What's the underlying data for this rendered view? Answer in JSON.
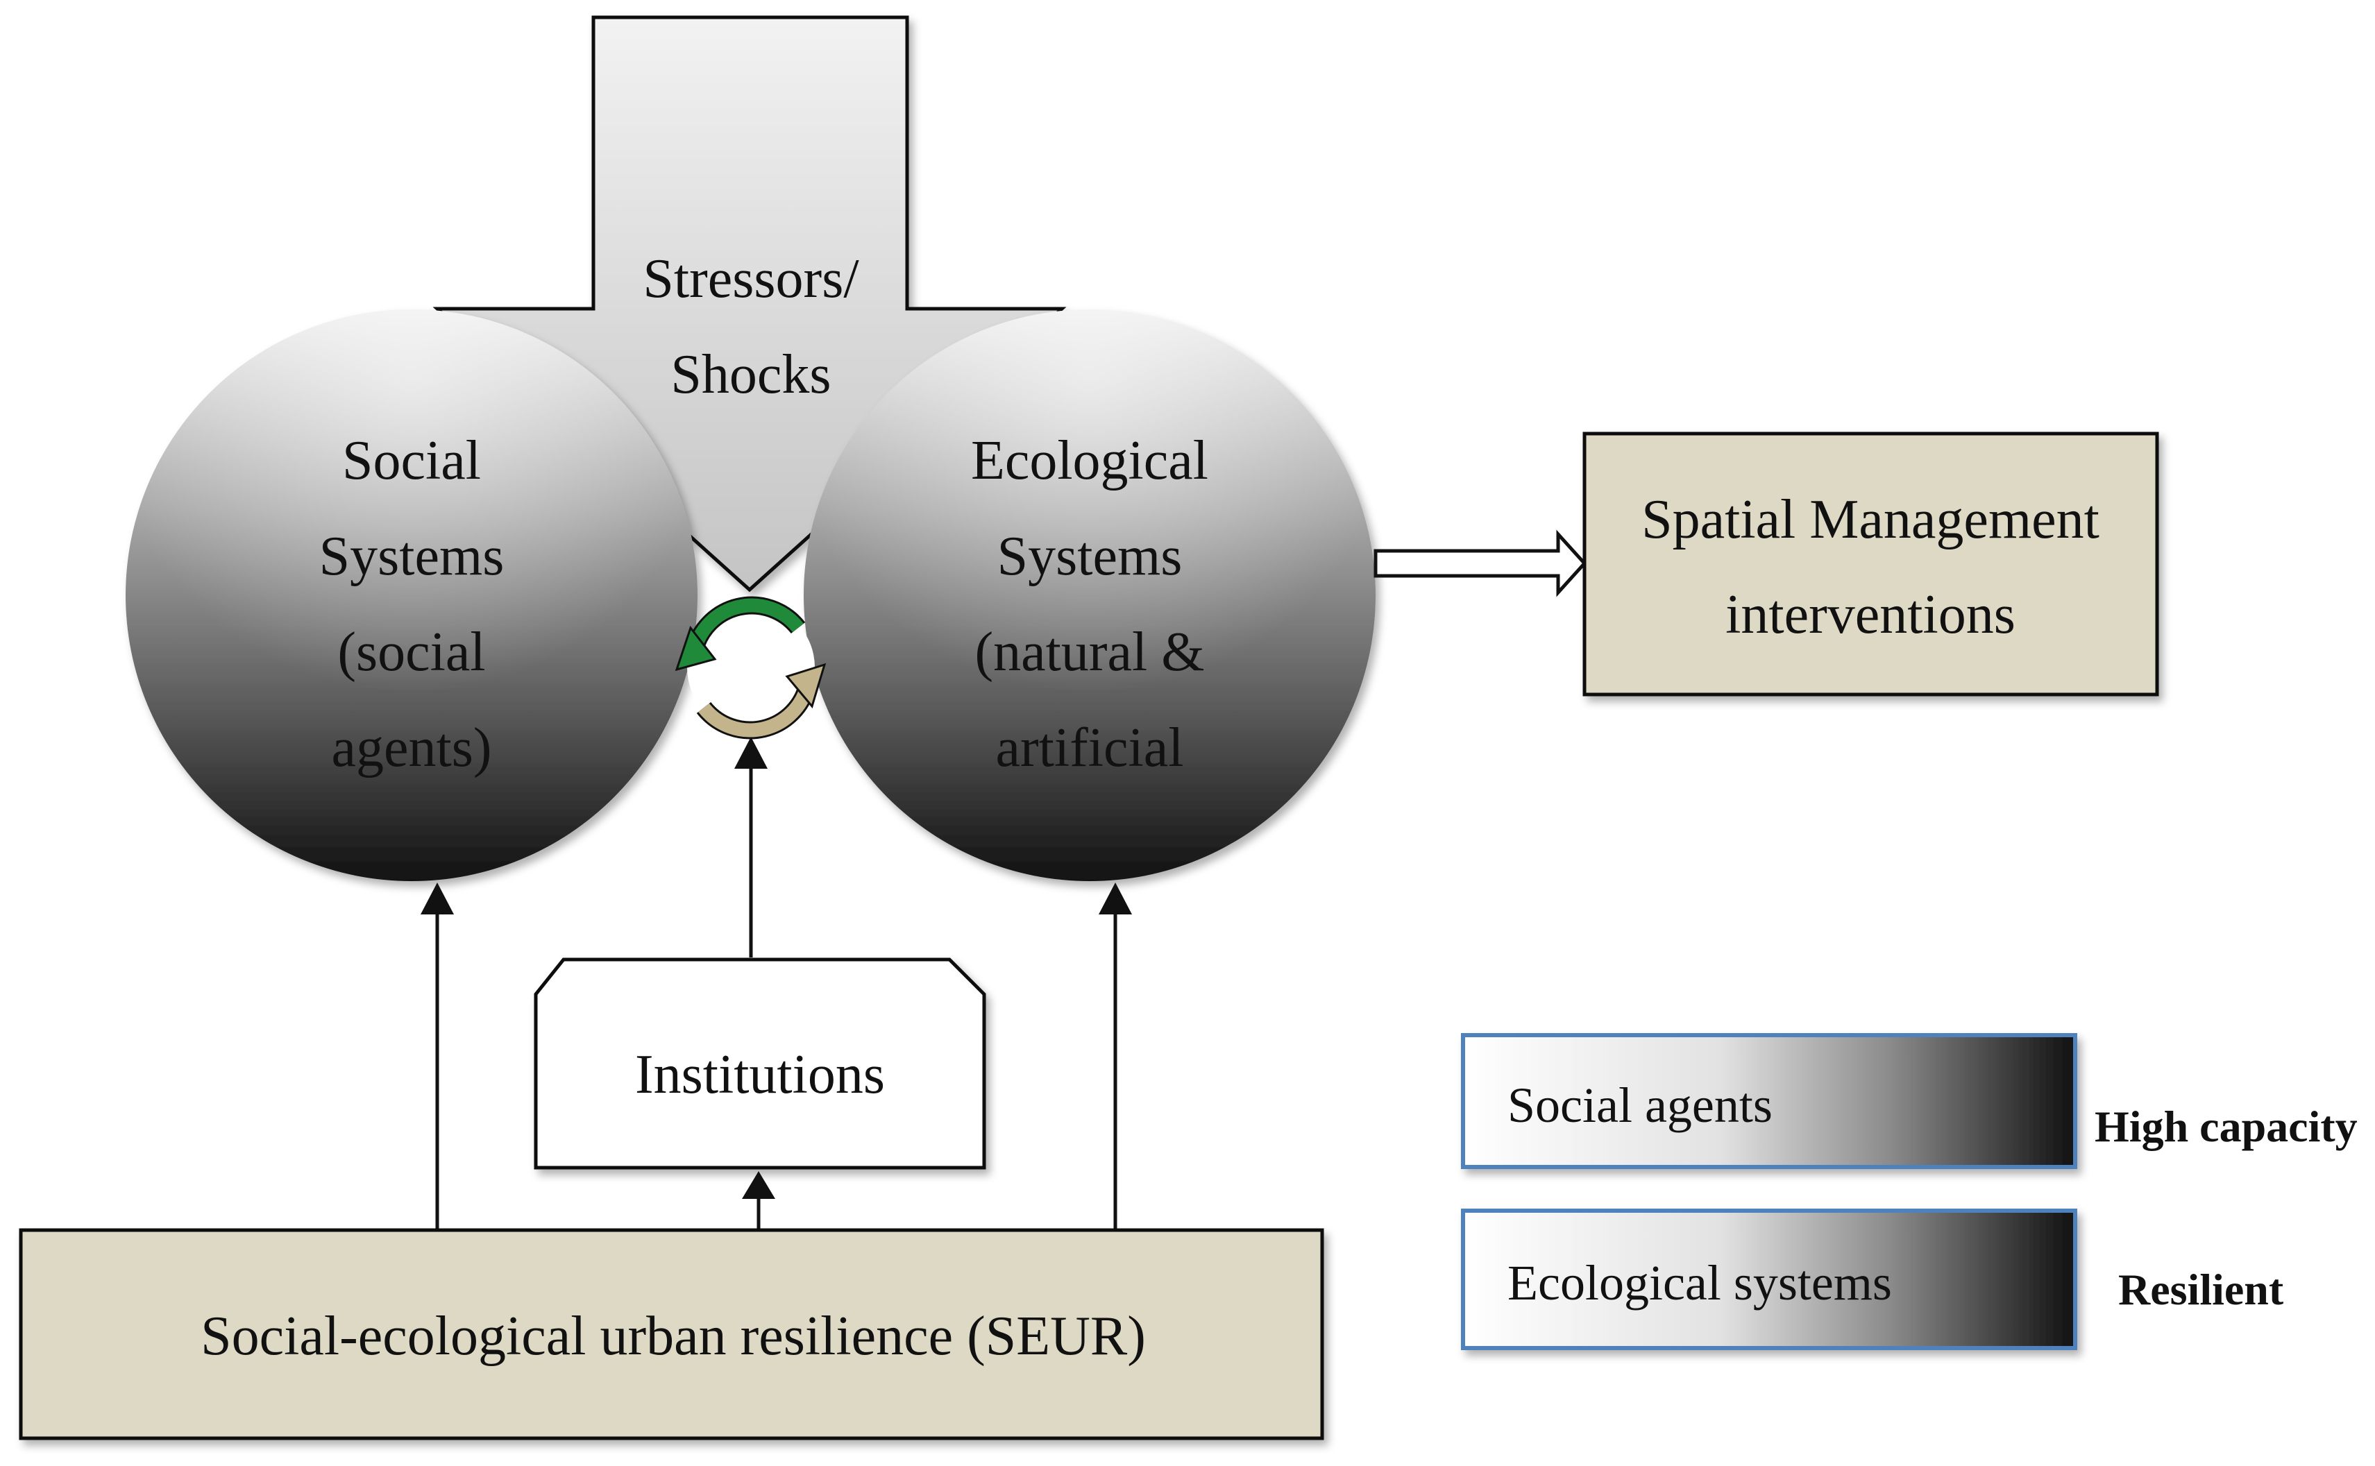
{
  "stressors": {
    "lines": [
      "Stressors/",
      "Shocks"
    ]
  },
  "social_circle": {
    "lines": [
      "Social",
      "Systems",
      "(social",
      "agents)"
    ]
  },
  "ecological_circle": {
    "lines": [
      "Ecological",
      "Systems",
      "(natural &",
      "artificial"
    ]
  },
  "spatial_box": {
    "lines": [
      "Spatial Management",
      "interventions"
    ]
  },
  "institutions": {
    "label": "Institutions"
  },
  "seur": {
    "label": "Social-ecological urban resilience (SEUR)"
  },
  "legend": {
    "items": [
      {
        "label": "Social agents",
        "side_label": "High capacity"
      },
      {
        "label": "Ecological systems",
        "side_label": "Resilient"
      }
    ]
  },
  "colors": {
    "box_fill": "#ddd9c4",
    "legend_border": "#4f81bd",
    "cycle_green": "#1e8a3a",
    "cycle_tan": "#c4b48c"
  }
}
